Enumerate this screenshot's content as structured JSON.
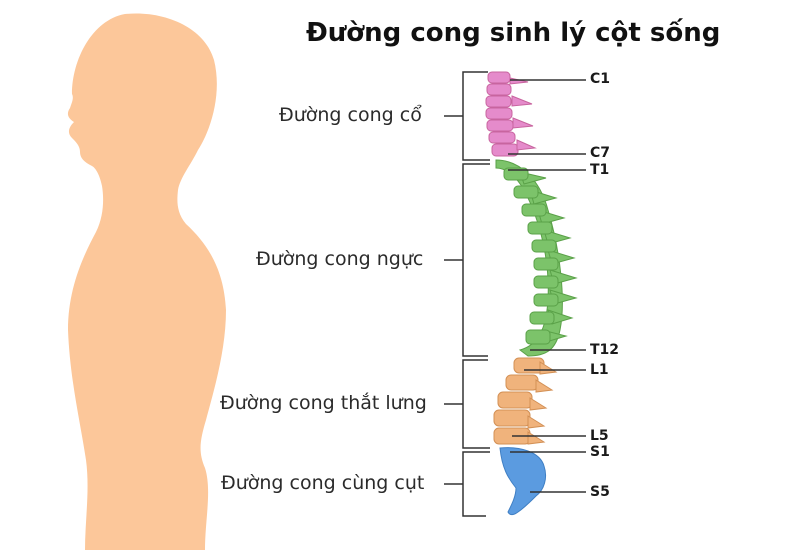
{
  "title": "Đường cong sinh lý cột sống",
  "regions": {
    "cervical": "Đường cong cổ",
    "thoracic": "Đường cong ngực",
    "lumbar": "Đường cong thắt lưng",
    "sacral": "Đường cong cùng cụt"
  },
  "vertebrae": {
    "c1": "C1",
    "c7": "C7",
    "t1": "T1",
    "t12": "T12",
    "l1": "L1",
    "l5": "L5",
    "s1": "S1",
    "s5": "S5"
  },
  "colors": {
    "body_silhouette": "#FCC79A",
    "cervical": "#E58BCB",
    "thoracic": "#7CC36A",
    "lumbar": "#F0B37C",
    "sacral": "#5B9BE0",
    "bracket_line": "#333333"
  }
}
